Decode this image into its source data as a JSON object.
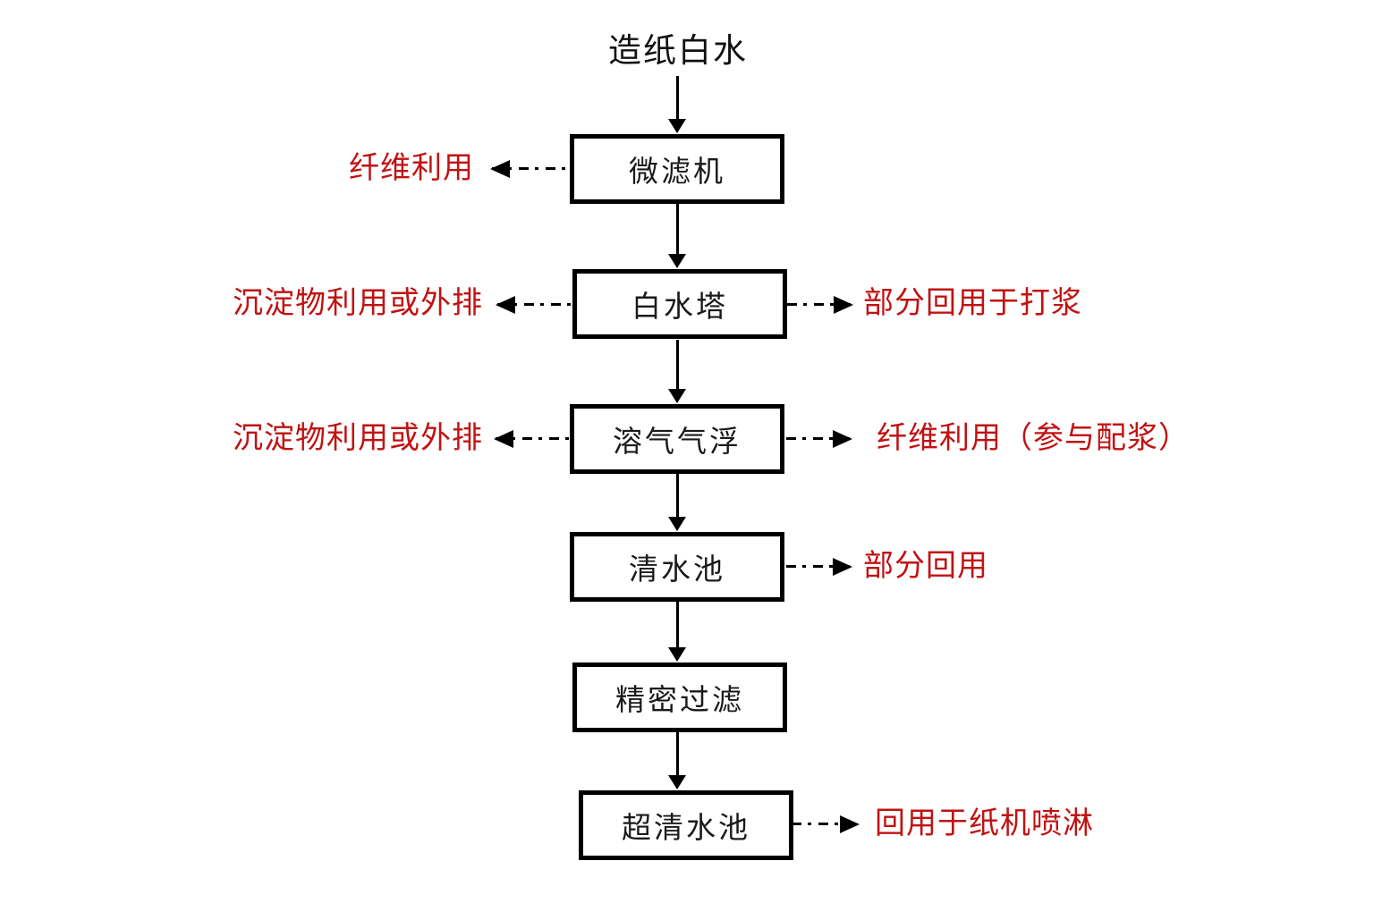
{
  "title": "造纸白水",
  "boxes": [
    "微滤机",
    "白水塔",
    "溶气气浮",
    "清水池",
    "精密过滤",
    "超清水池"
  ],
  "labels": {
    "fiber_use": "纤维利用",
    "sediment_1": "沉淀物利用或外排",
    "sediment_2": "沉淀物利用或外排",
    "reuse_pulping": "部分回用于打浆",
    "fiber_use_blending": "纤维利用（参与配浆）",
    "partial_reuse": "部分回用",
    "reuse_spray": "回用于纸机喷淋"
  },
  "colors": {
    "flow_lines": "#000000",
    "box_border": "#000000",
    "box_text": "#1a1a1a",
    "side_label_red": "#c11212",
    "background": "#ffffff"
  },
  "arrow_styles": {
    "main_flow": "solid",
    "side_branches": "dash-dot"
  }
}
